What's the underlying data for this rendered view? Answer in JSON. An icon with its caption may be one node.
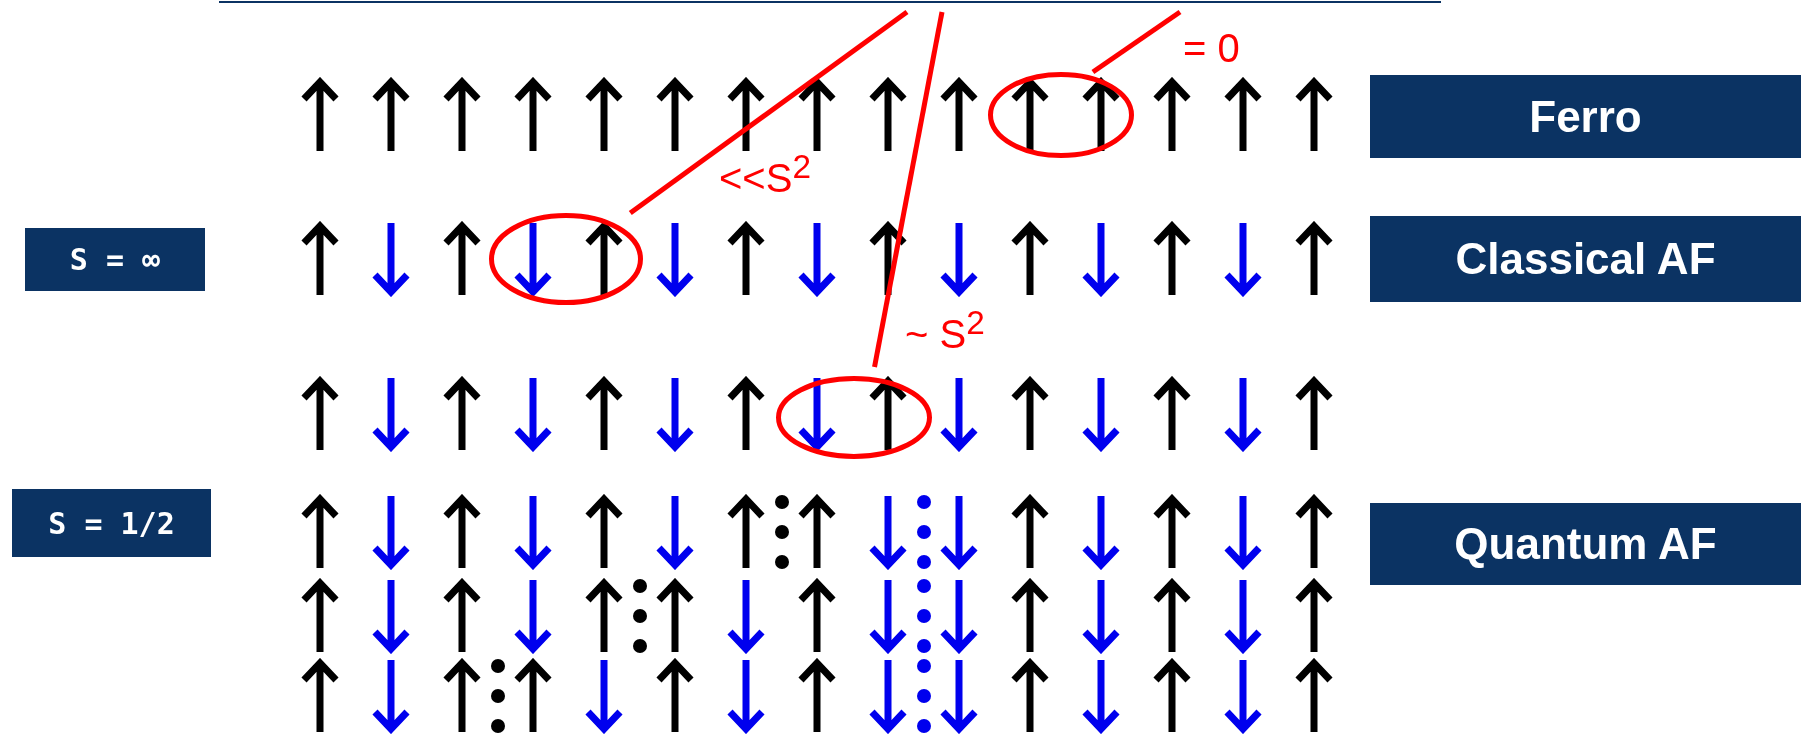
{
  "diagram": {
    "nodes": [
      {
        "text": [],
        "shape": "circle"
      },
      {
        "text": [
          "Ferro"
        ]
      },
      {
        "text": [
          "S = ∞"
        ]
      },
      {
        "text": [],
        "shape": "circle"
      },
      {
        "text": [
          "Classical AF"
        ]
      },
      {
        "text": [],
        "shape": "circle"
      },
      {
        "text": [
          "S = 1/2"
        ]
      },
      {
        "text": [
          "Quantum AF"
        ]
      }
    ],
    "edges": [
      {
        "from": null,
        "to": 0,
        "arrow": "none",
        "label": "= 0",
        "color": "#ff0000"
      },
      {
        "from": null,
        "to": 3,
        "arrow": "none",
        "label": "<<S$^{2}$",
        "color": "#ff0000"
      },
      {
        "from": null,
        "to": 5,
        "arrow": "none",
        "label": "~ S$^{2}$",
        "color": "#ff0000"
      }
    ]
  }
}
